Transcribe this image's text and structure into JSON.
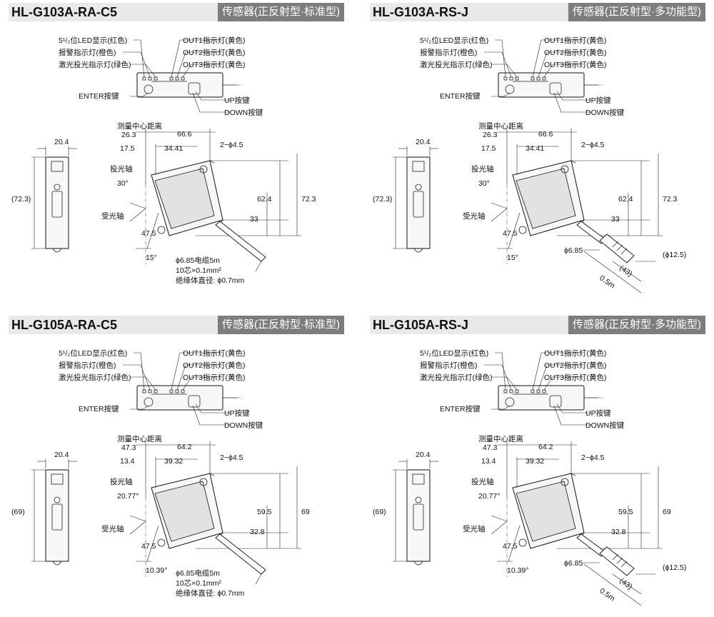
{
  "panels": [
    {
      "model": "HL-G103A-RA-C5",
      "type": "传感器(正反射型·标准型)",
      "left_labels": [
        "5¹/₂位LED显示(红色)",
        "报警指示灯(橙色)",
        "激光投光指示灯(绿色)",
        "ENTER按键"
      ],
      "right_labels": [
        "OUT1指示灯(黄色)",
        "OUT2指示灯(黄色)",
        "OUT3指示灯(黄色)",
        "UP按键",
        "DOWN按键"
      ],
      "dims": {
        "side_width": "20.4",
        "side_height": "(72.3)",
        "center_dist_label": "测量中心距离",
        "center_dist": "26.3",
        "width": "66.6",
        "d1": "17.5",
        "d2": "34.41",
        "hole": "2−ϕ4.5",
        "emit_axis": "投光轴",
        "angle": "30°",
        "recv_axis": "受光轴",
        "d3": "47.5",
        "angle2": "15°",
        "h1": "62.4",
        "h2": "72.3",
        "h3": "33"
      },
      "cable_notes": [
        "ϕ6.85电缆5m",
        "10芯×0.1mm²",
        "绝缘体直径: ϕ0.7mm"
      ]
    },
    {
      "model": "HL-G103A-RS-J",
      "type": "传感器(正反射型·多功能型)",
      "left_labels": [
        "5¹/₂位LED显示(红色)",
        "报警指示灯(橙色)",
        "激光投光指示灯(绿色)",
        "ENTER按键"
      ],
      "right_labels": [
        "OUT1指示灯(黄色)",
        "OUT2指示灯(黄色)",
        "OUT3指示灯(黄色)",
        "UP按键",
        "DOWN按键"
      ],
      "dims": {
        "side_width": "20.4",
        "side_height": "(72.3)",
        "center_dist_label": "测量中心距离",
        "center_dist": "26.3",
        "width": "66.6",
        "d1": "17.5",
        "d2": "34.41",
        "hole": "2−ϕ4.5",
        "emit_axis": "投光轴",
        "angle": "30°",
        "recv_axis": "受光轴",
        "d3": "47.5",
        "angle2": "15°",
        "h1": "62.4",
        "h2": "72.3",
        "h3": "33"
      },
      "connector": {
        "cable_dia": "ϕ6.85",
        "length": "0.5m",
        "conn_len": "(43)",
        "conn_dia": "(ϕ12.5)"
      }
    },
    {
      "model": "HL-G105A-RA-C5",
      "type": "传感器(正反射型·标准型)",
      "left_labels": [
        "5¹/₂位LED显示(红色)",
        "报警指示灯(橙色)",
        "激光投光指示灯(绿色)",
        "ENTER按键"
      ],
      "right_labels": [
        "OUT1指示灯(黄色)",
        "OUT2指示灯(黄色)",
        "OUT3指示灯(黄色)",
        "UP按键",
        "DOWN按键"
      ],
      "dims": {
        "side_width": "20.4",
        "side_height": "(69)",
        "center_dist_label": "测量中心距离",
        "center_dist": "47.3",
        "width": "64.2",
        "d1": "13.4",
        "d2": "39.32",
        "hole": "2−ϕ4.5",
        "emit_axis": "投光轴",
        "angle": "20.77°",
        "recv_axis": "受光轴",
        "d3": "47.5",
        "angle2": "10.39°",
        "h1": "59.5",
        "h2": "69",
        "h3": "32.8"
      },
      "cable_notes": [
        "ϕ6.85电缆5m",
        "10芯×0.1mm²",
        "绝缘体直径: ϕ0.7mm"
      ]
    },
    {
      "model": "HL-G105A-RS-J",
      "type": "传感器(正反射型·多功能型)",
      "left_labels": [
        "5¹/₂位LED显示(红色)",
        "报警指示灯(橙色)",
        "激光投光指示灯(绿色)",
        "ENTER按键"
      ],
      "right_labels": [
        "OUT1指示灯(黄色)",
        "OUT2指示灯(黄色)",
        "OUT3指示灯(黄色)",
        "UP按键",
        "DOWN按键"
      ],
      "dims": {
        "side_width": "20.4",
        "side_height": "(69)",
        "center_dist_label": "测量中心距离",
        "center_dist": "47.3",
        "width": "64.2",
        "d1": "13.4",
        "d2": "39.32",
        "hole": "2−ϕ4.5",
        "emit_axis": "投光轴",
        "angle": "20.77°",
        "recv_axis": "受光轴",
        "d3": "47.5",
        "angle2": "10.39°",
        "h1": "59.5",
        "h2": "69",
        "h3": "32.8"
      },
      "connector": {
        "cable_dia": "ϕ6.85",
        "length": "0.5m",
        "conn_len": "(43)",
        "conn_dia": "(ϕ12.5)"
      }
    }
  ]
}
